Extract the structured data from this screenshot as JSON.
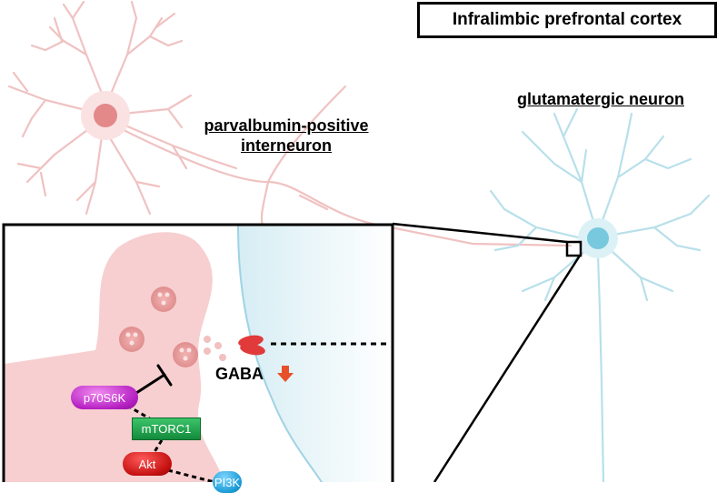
{
  "region_title": "Infralimbic prefrontal cortex",
  "labels": {
    "pv_line1": "parvalbumin-positive",
    "pv_line2": "interneuron",
    "glutamatergic": "glutamatergic neuron",
    "gaba": "GABA"
  },
  "signaling": {
    "p70s6k": "p70S6K",
    "mtorc1": "mTORC1",
    "akt": "Akt",
    "pi3k": "PI3K"
  },
  "colors": {
    "pv_neuron": "#e8a8a8",
    "pv_soma_core": "#d97575",
    "glu_neuron": "#a8d9e6",
    "glu_soma_core": "#6cc6dc",
    "gaba_arrow": "#e8502a",
    "receptor": "#e03a3a"
  }
}
